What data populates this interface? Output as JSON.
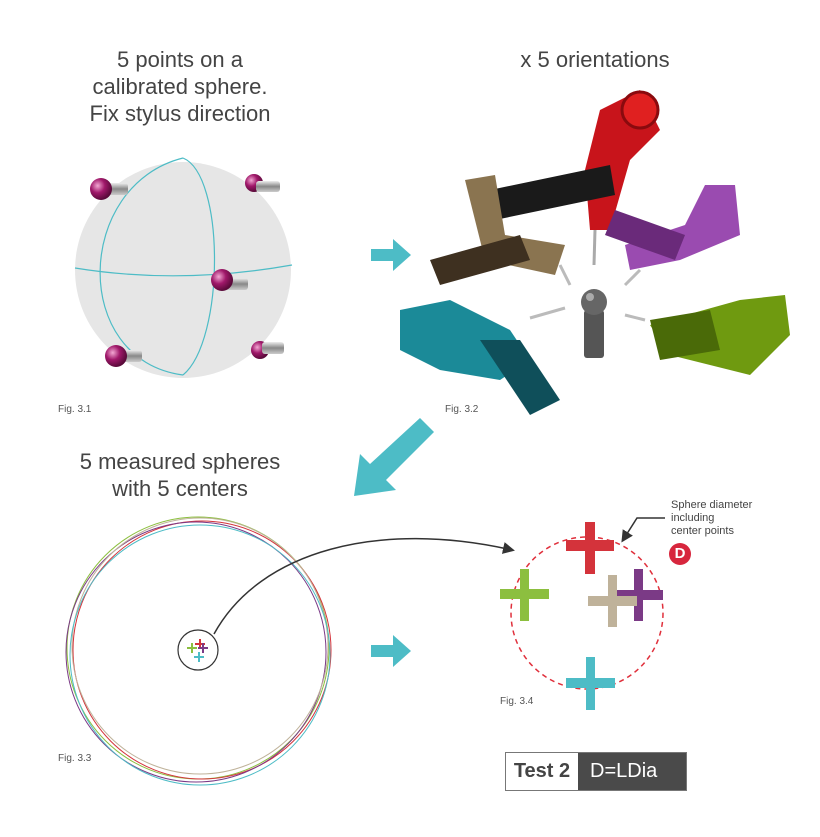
{
  "panels": {
    "fig31": {
      "title_lines": [
        "5 points on a",
        "calibrated sphere.",
        "Fix stylus direction"
      ],
      "label": "Fig. 3.1"
    },
    "fig32": {
      "title": "x 5 orientations",
      "label": "Fig. 3.2"
    },
    "fig33": {
      "title_lines": [
        "5 measured spheres",
        "with 5 centers"
      ],
      "label": "Fig. 3.3"
    },
    "fig34": {
      "label": "Fig. 3.4",
      "annotation_lines": [
        "Sphere diameter",
        "including",
        "center points"
      ],
      "badge": "D"
    }
  },
  "test_box": {
    "name": "Test 2",
    "formula": "D=LDia"
  },
  "colors": {
    "teal": "#4dbcc6",
    "red": "#d4333b",
    "green": "#8cbf3f",
    "tan": "#bfb29a",
    "purple": "#7b3a86",
    "magenta": "#a0186a"
  }
}
